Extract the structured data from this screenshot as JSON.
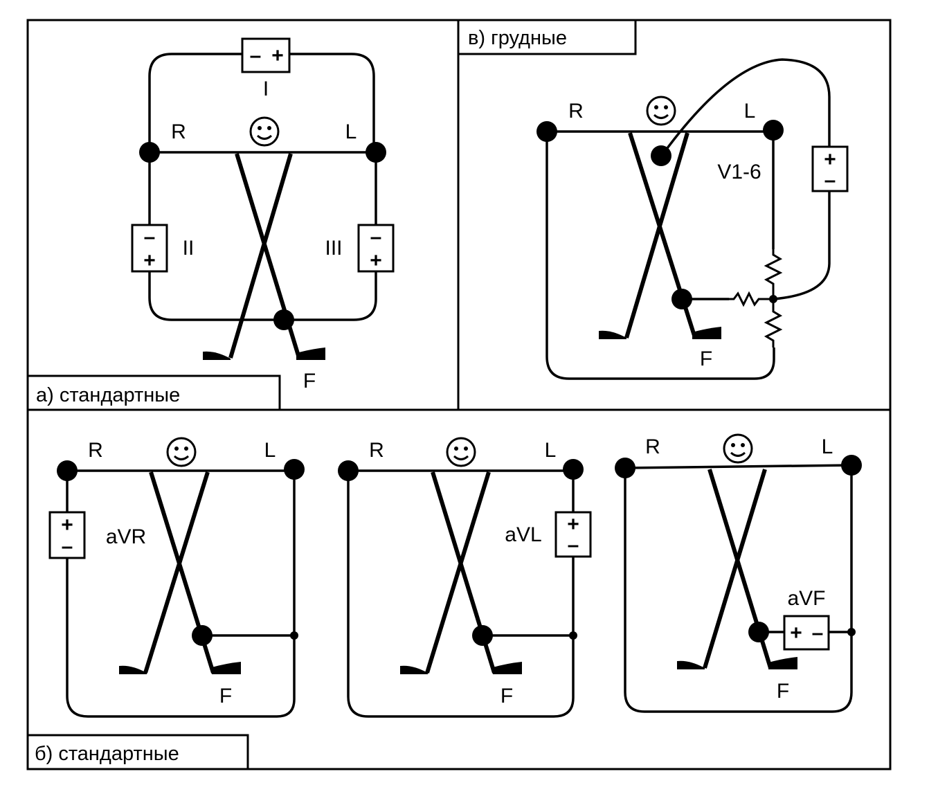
{
  "panels": {
    "a": {
      "caption": "а) стандартные",
      "electrodes": {
        "right": "R",
        "left": "L",
        "foot": "F"
      },
      "leads": [
        {
          "name": "I",
          "top_sign": "–",
          "bottom_sign": "+"
        },
        {
          "name": "II",
          "top_sign": "–",
          "bottom_sign": "+"
        },
        {
          "name": "III",
          "top_sign": "–",
          "bottom_sign": "+"
        }
      ]
    },
    "v": {
      "caption": "в) грудные",
      "electrodes": {
        "right": "R",
        "left": "L",
        "foot": "F"
      },
      "lead": {
        "name": "V1-6",
        "top_sign": "+",
        "bottom_sign": "–"
      }
    },
    "b": {
      "caption": "б) стандартные",
      "sub_diagrams": [
        {
          "electrodes": {
            "right": "R",
            "left": "L",
            "foot": "F"
          },
          "lead": {
            "name": "aVR",
            "top_sign": "+",
            "bottom_sign": "–"
          }
        },
        {
          "electrodes": {
            "right": "R",
            "left": "L",
            "foot": "F"
          },
          "lead": {
            "name": "aVL",
            "top_sign": "+",
            "bottom_sign": "–"
          }
        },
        {
          "electrodes": {
            "right": "R",
            "left": "L",
            "foot": "F"
          },
          "lead": {
            "name": "aVF",
            "left_sign": "+",
            "right_sign": "–"
          }
        }
      ]
    }
  },
  "icons": {
    "person": "smiley-face-icon",
    "foot": "foot-icon",
    "electrode": "electrode-dot-icon"
  }
}
